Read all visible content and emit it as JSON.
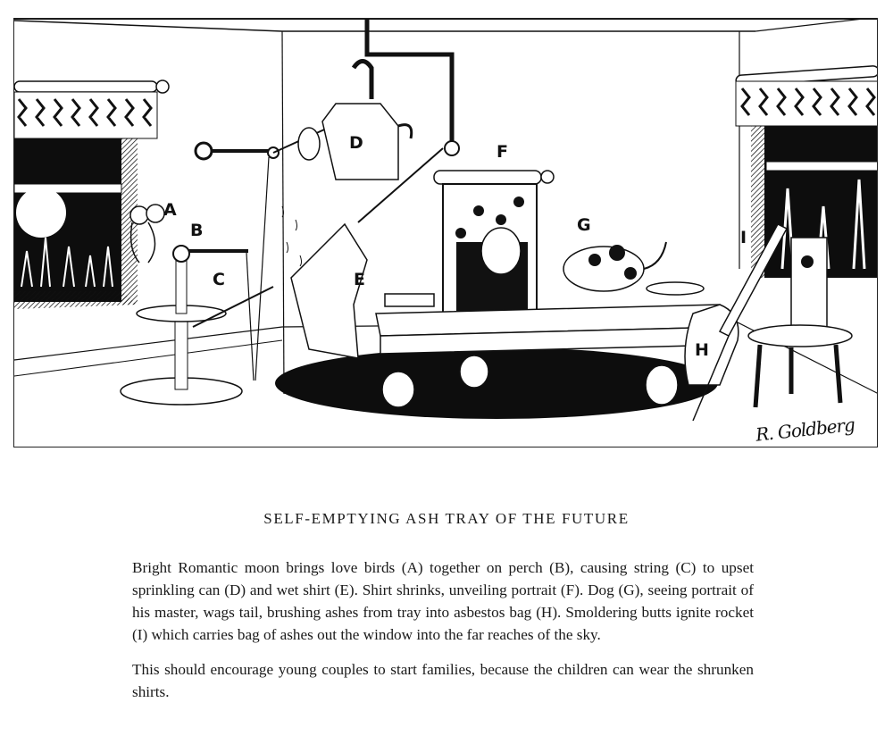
{
  "illustration": {
    "description": "Rube Goldberg cartoon: self-emptying ash tray machine in a living room",
    "labels": [
      {
        "id": "A",
        "text": "A",
        "part": "love birds"
      },
      {
        "id": "B",
        "text": "B",
        "part": "perch"
      },
      {
        "id": "C",
        "text": "C",
        "part": "string"
      },
      {
        "id": "D",
        "text": "D",
        "part": "sprinkling can"
      },
      {
        "id": "E",
        "text": "E",
        "part": "shirt"
      },
      {
        "id": "F",
        "text": "F",
        "part": "portrait"
      },
      {
        "id": "G",
        "text": "G",
        "part": "dog"
      },
      {
        "id": "H",
        "text": "H",
        "part": "asbestos bag"
      },
      {
        "id": "I",
        "text": "I",
        "part": "rocket"
      }
    ],
    "signature": "R. Goldberg",
    "colors": {
      "ink": "#111111",
      "paper": "#ffffff"
    }
  },
  "caption": {
    "title": "SELF-EMPTYING ASH TRAY OF THE FUTURE",
    "paragraphs": [
      "Bright Romantic moon brings love birds (A) together on perch (B), causing string (C) to upset sprinkling can (D) and wet shirt (E). Shirt shrinks, unveiling portrait (F). Dog (G), seeing portrait of his master, wags tail, brushing ashes from tray into asbestos bag (H). Smoldering butts ignite rocket (I) which carries bag of ashes out the window into the far reaches of the sky.",
      "This should encourage young couples to start families, because the children can wear the shrunken shirts."
    ]
  }
}
